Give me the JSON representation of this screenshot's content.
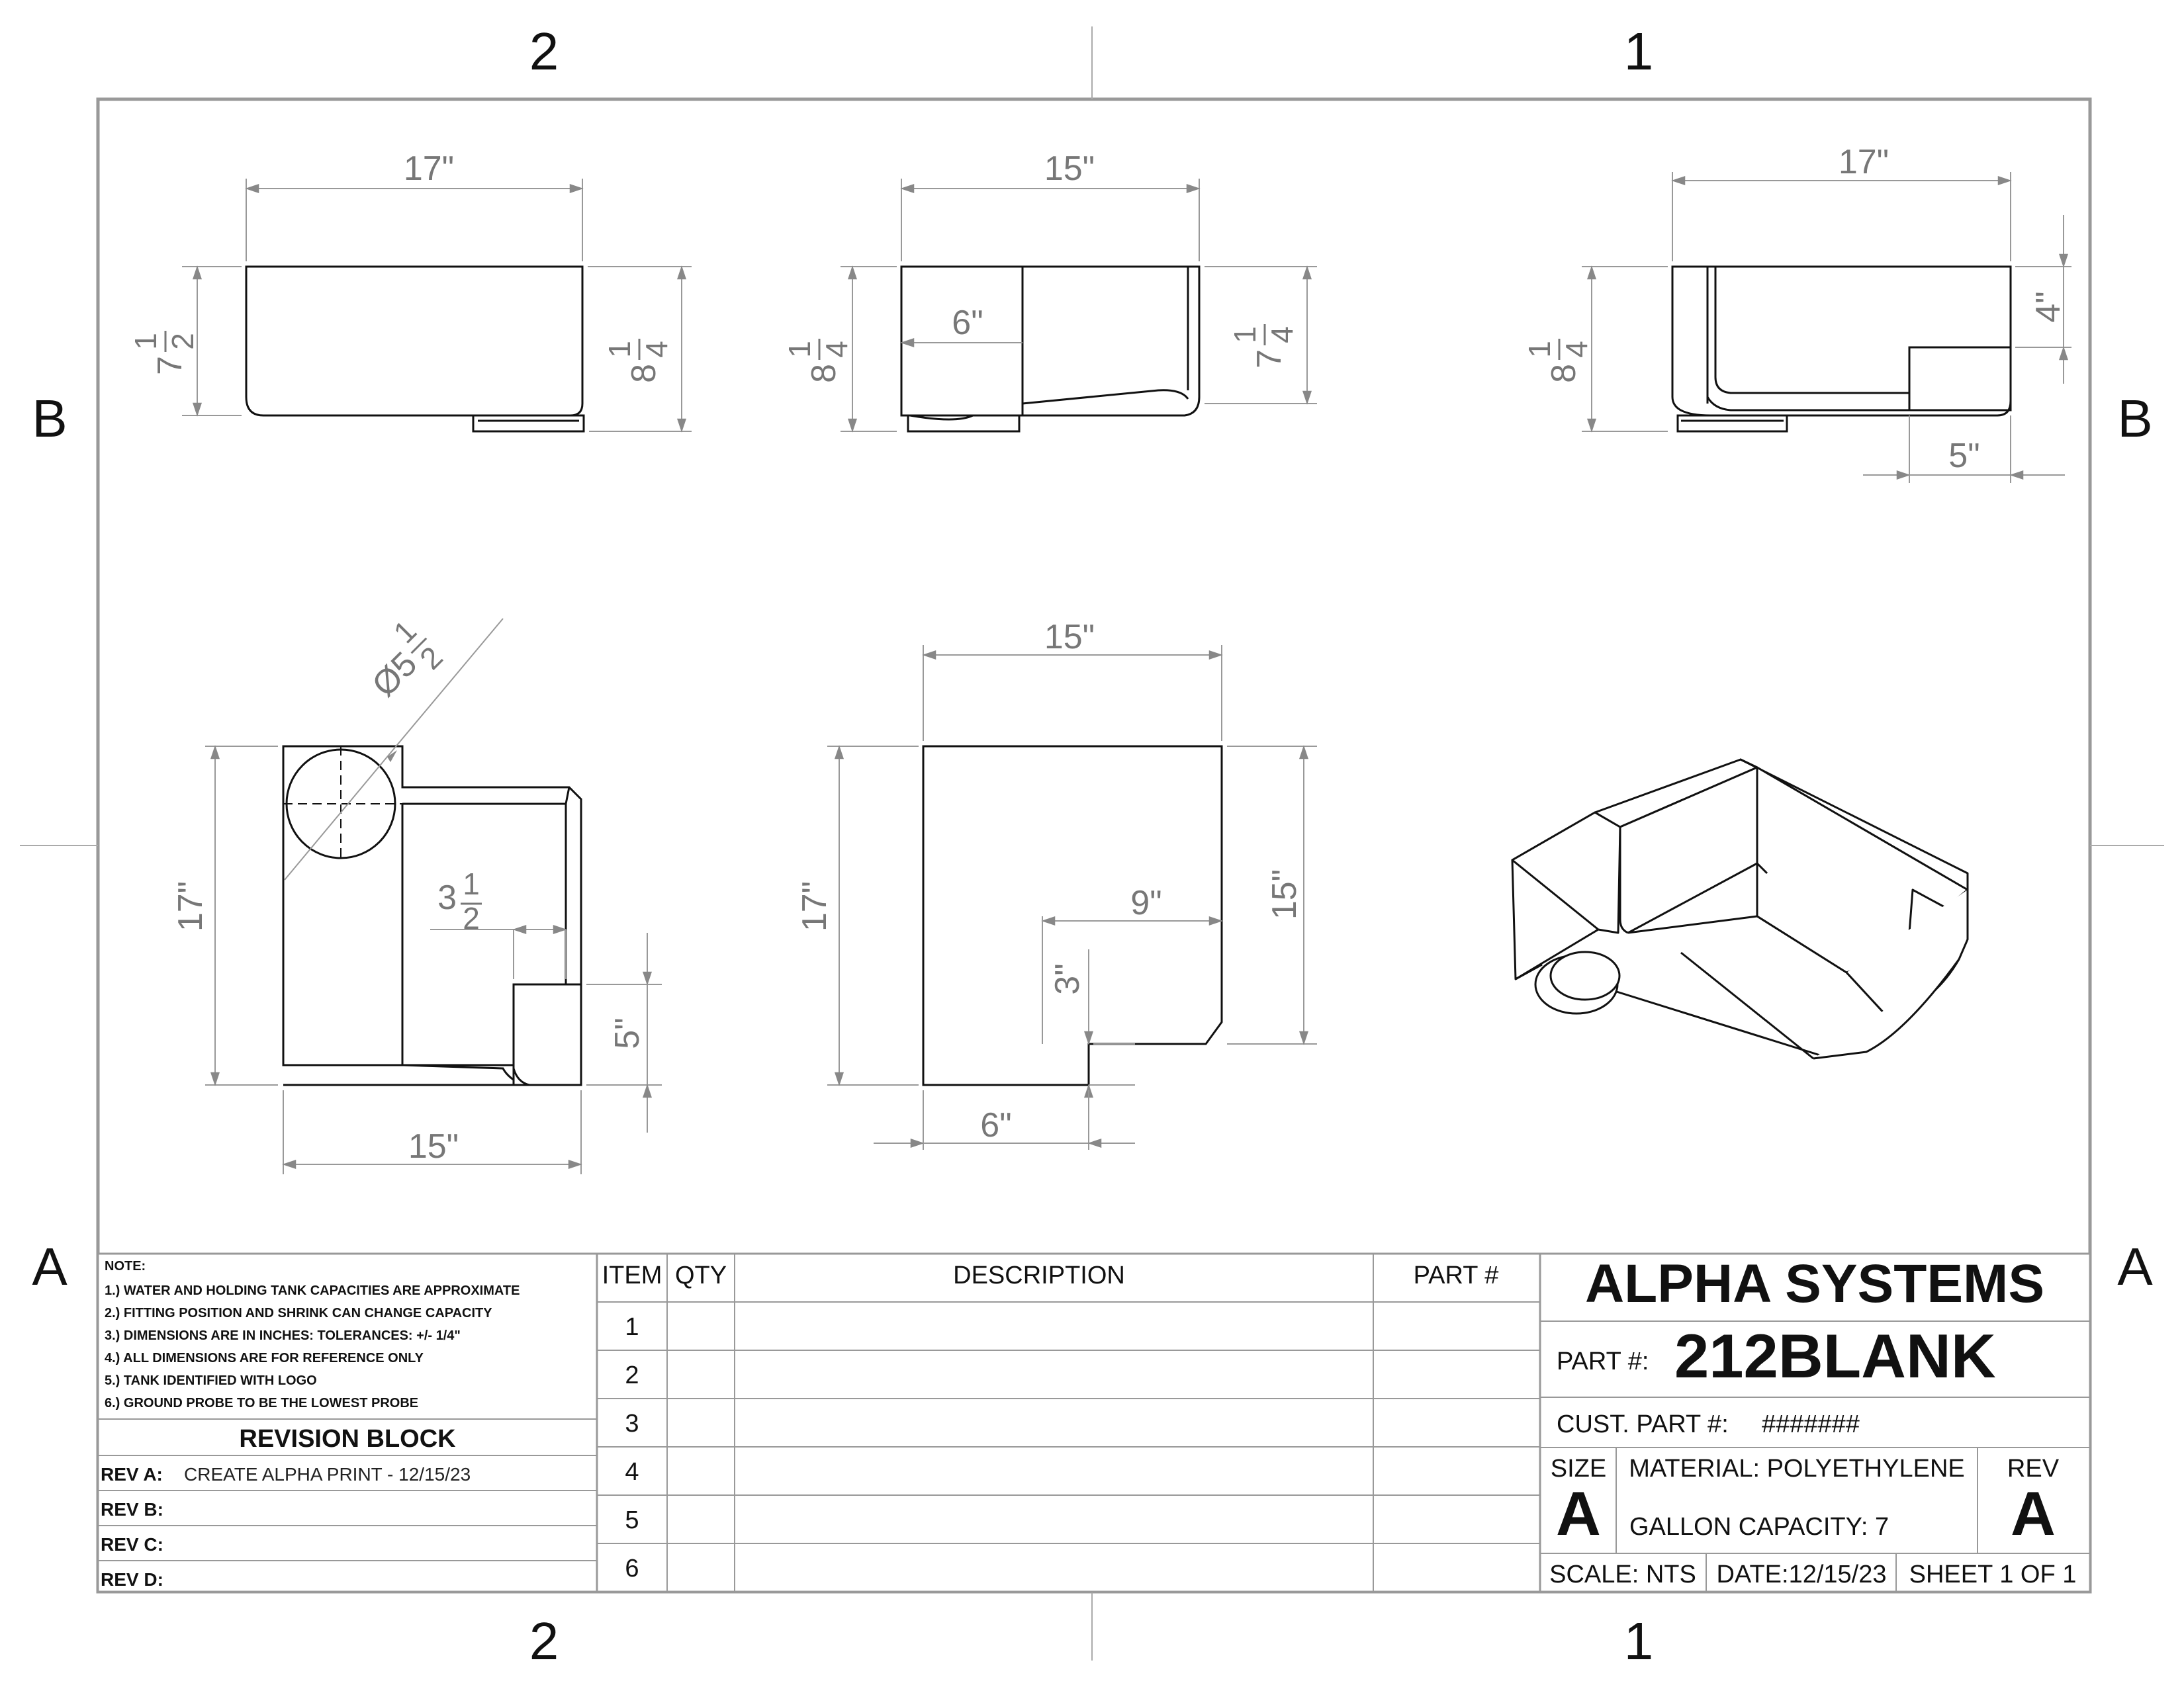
{
  "zones": {
    "top": [
      "2",
      "1"
    ],
    "bottom": [
      "2",
      "1"
    ],
    "left": [
      "B",
      "A"
    ],
    "right": [
      "B",
      "A"
    ]
  },
  "dims": {
    "front_width": "17\"",
    "front_left_h": "7",
    "front_left_frac": [
      "1",
      "2"
    ],
    "front_right_h": "8",
    "front_right_frac": [
      "1",
      "4"
    ],
    "side_width": "15\"",
    "side_left_h": "8",
    "side_left_frac": [
      "1",
      "4"
    ],
    "side_inner": "6\"",
    "side_right_h": "7",
    "side_right_frac": [
      "1",
      "4"
    ],
    "back_width": "17\"",
    "back_left_h": "8",
    "back_left_frac": [
      "1",
      "4"
    ],
    "back_step_h": "4\"",
    "back_step_w": "5\"",
    "top_dia": "Ø5",
    "top_dia_frac": [
      "1",
      "2"
    ],
    "top_h": "17\"",
    "top_inner": "3",
    "top_inner_frac": [
      "1",
      "2"
    ],
    "top_step": "5\"",
    "top_w": "15\"",
    "bot_w": "15\"",
    "bot_h": "17\"",
    "bot_right_h": "15\"",
    "bot_notch_w": "9\"",
    "bot_notch_h": "3\"",
    "bot_base_w": "6\""
  },
  "notes": {
    "heading": "NOTE:",
    "lines": [
      "1.) WATER AND HOLDING TANK CAPACITIES ARE APPROXIMATE",
      "2.) FITTING POSITION AND SHRINK CAN CHANGE CAPACITY",
      "3.) DIMENSIONS ARE IN INCHES: TOLERANCES: +/-  1/4\"",
      "4.) ALL DIMENSIONS ARE FOR REFERENCE ONLY",
      "5.) TANK IDENTIFIED WITH LOGO",
      "6.) GROUND PROBE TO BE THE LOWEST PROBE"
    ]
  },
  "revision": {
    "title": "REVISION BLOCK",
    "rows": [
      {
        "label": "REV A:",
        "text": "CREATE ALPHA PRINT - 12/15/23"
      },
      {
        "label": "REV B:",
        "text": ""
      },
      {
        "label": "REV C:",
        "text": ""
      },
      {
        "label": "REV D:",
        "text": ""
      }
    ]
  },
  "bom": {
    "headers": [
      "ITEM",
      "QTY",
      "DESCRIPTION",
      "PART #"
    ],
    "items": [
      "1",
      "2",
      "3",
      "4",
      "5",
      "6"
    ]
  },
  "title_block": {
    "company": "ALPHA SYSTEMS",
    "part_label": "PART #:",
    "part_number": "212BLANK",
    "cust_part_label": "CUST. PART #:",
    "cust_part_value": "#######",
    "size_label": "SIZE",
    "size_value": "A",
    "material": "MATERIAL: POLYETHYLENE",
    "capacity": "GALLON CAPACITY: 7",
    "rev_label": "REV",
    "rev_value": "A",
    "scale": "SCALE: NTS",
    "date": "DATE:12/15/23",
    "sheet": "SHEET 1 OF 1"
  }
}
